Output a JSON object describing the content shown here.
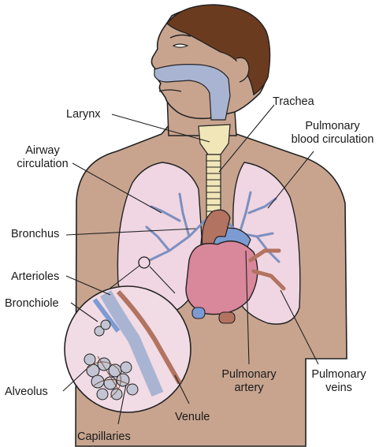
{
  "labels": {
    "larynx": "Larynx",
    "trachea": "Trachea",
    "pulmonary_blood_circulation_1": "Pulmonary",
    "pulmonary_blood_circulation_2": "blood circulation",
    "airway_circulation_1": "Airway",
    "airway_circulation_2": "circulation",
    "bronchus": "Bronchus",
    "arterioles": "Arterioles",
    "bronchiole": "Bronchiole",
    "alveolus": "Alveolus",
    "pulmonary_artery_1": "Pulmonary",
    "pulmonary_artery_2": "artery",
    "pulmonary_veins_1": "Pulmonary",
    "pulmonary_veins_2": "veins",
    "venule": "Venule",
    "capillaries": "Capillaries"
  },
  "colors": {
    "skin": "#c8a48f",
    "hair": "#6b3b20",
    "airway": "#a8b4d2",
    "lung": "#efd6e2",
    "heart": "#d9879b",
    "artery": "#7d9bd3",
    "vein": "#b27360",
    "trachea": "#f0e6b8",
    "inset_bg": "#f1dbe4"
  }
}
